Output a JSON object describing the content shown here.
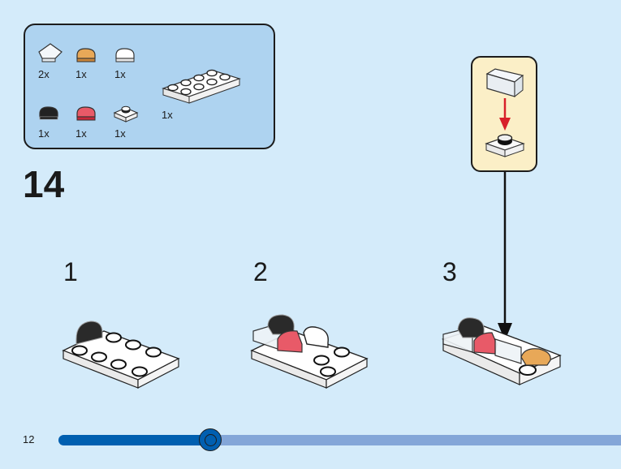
{
  "step": {
    "number": "14"
  },
  "parts_list": {
    "items": [
      {
        "name": "transparent-slope-1x1",
        "color": "#eef3f7",
        "quantity": "2x"
      },
      {
        "name": "orange-tile-round-quarter",
        "color": "#e8a858",
        "quantity": "1x"
      },
      {
        "name": "white-tile-round-quarter",
        "color": "#ffffff",
        "quantity": "1x"
      },
      {
        "name": "black-tile-round-quarter",
        "color": "#222222",
        "quantity": "1x"
      },
      {
        "name": "red-tile-round-quarter",
        "color": "#e03a4a",
        "quantity": "1x"
      },
      {
        "name": "white-plate-1x1-stud",
        "color": "#ffffff",
        "quantity": "1x"
      },
      {
        "name": "white-plate-2x4",
        "color": "#ffffff",
        "quantity": "1x"
      }
    ]
  },
  "substeps": [
    {
      "number": "1"
    },
    {
      "number": "2"
    },
    {
      "number": "3"
    }
  ],
  "progress": {
    "page_number": "12",
    "fraction": 0.27
  }
}
